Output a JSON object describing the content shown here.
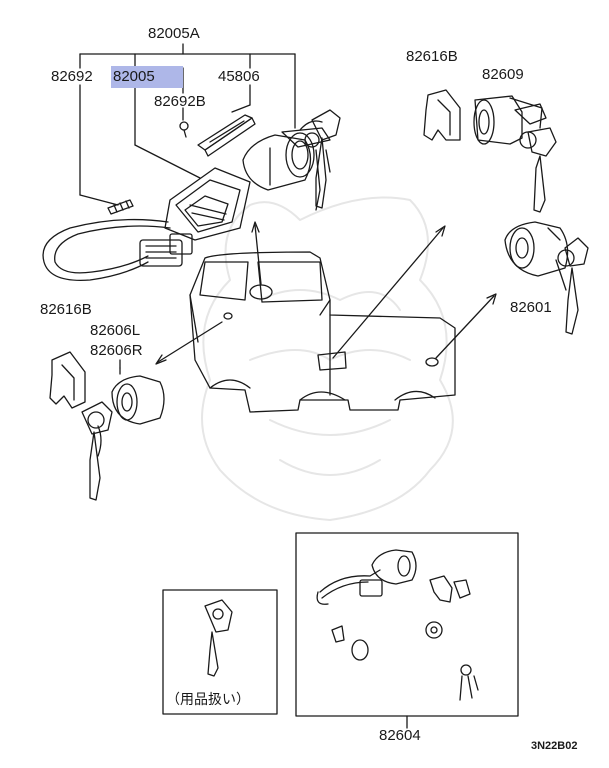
{
  "labels": {
    "assembly": "82005A",
    "screw": "82692",
    "switch_selected": "82005",
    "cover": "45806",
    "screw_b": "82692B",
    "clip_upper": "82616B",
    "lock_upper": "82609",
    "lock_right": "82601",
    "clip_left": "82616B",
    "door_lock_l": "82606L",
    "door_lock_r": "82606R",
    "key_set": "82604",
    "accessory_note": "（用品扱い）",
    "diagram_code": "3N22B02"
  },
  "highlight_color": "#aeb7e8"
}
